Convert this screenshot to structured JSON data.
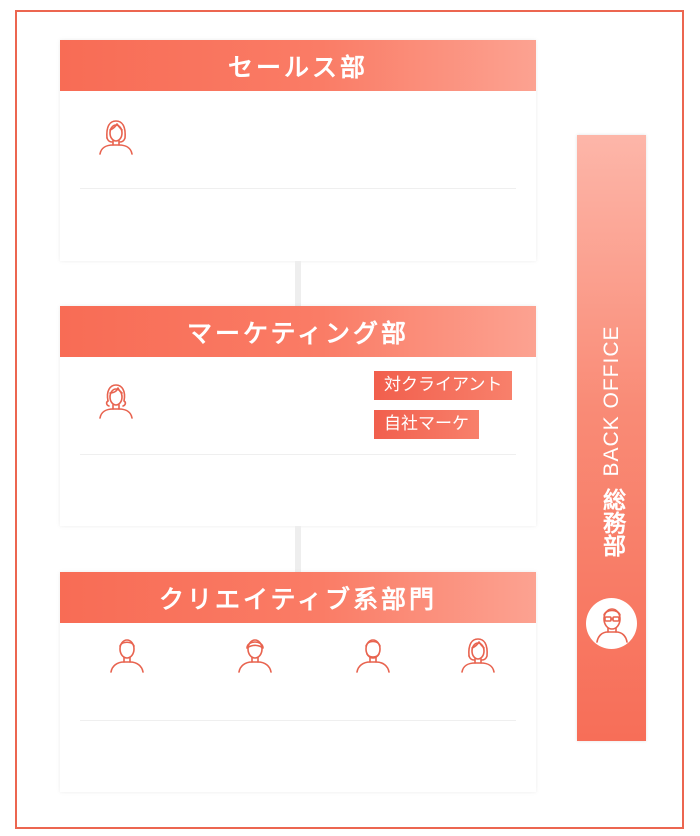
{
  "departments": {
    "sales": {
      "title": "セールス部"
    },
    "marketing": {
      "title": "マーケティング部",
      "tags": [
        "対クライアント",
        "自社マーケ"
      ]
    },
    "creative": {
      "title": "クリエイティブ系部門"
    }
  },
  "back_office": {
    "label": "BACK OFFICE",
    "department": "総務部"
  },
  "colors": {
    "accent": "#f86c55",
    "frame": "#ec6650",
    "icon_stroke": "#e8634f"
  },
  "icons": [
    "person-female-icon",
    "person-male-icon",
    "person-glasses-icon"
  ]
}
